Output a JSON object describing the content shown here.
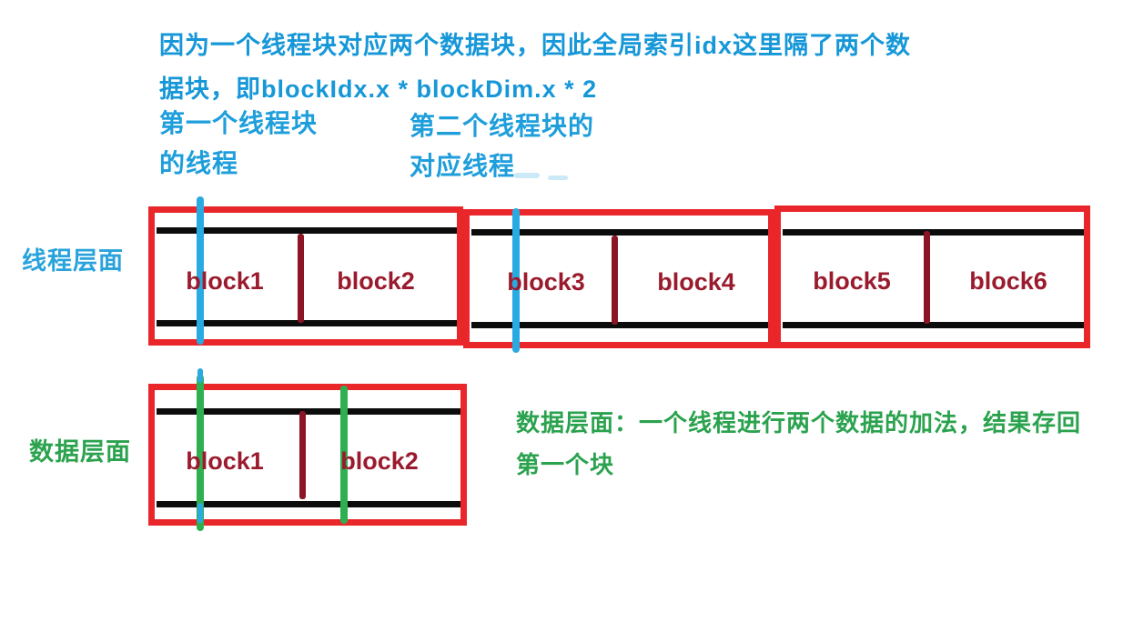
{
  "top_note": {
    "line1": "因为一个线程块对应两个数据块，因此全局索引idx这里隔了两个数",
    "line2": "据块，即blockIdx.x * blockDim.x * 2"
  },
  "thread_pointer_labels": {
    "first": {
      "line1": "第一个线程块",
      "line2": "的线程"
    },
    "second": {
      "line1": "第二个线程块的",
      "line2": "对应线程"
    }
  },
  "thread_layer": {
    "label": "线程层面",
    "groups": [
      {
        "blocks": [
          "block1",
          "block2"
        ]
      },
      {
        "blocks": [
          "block3",
          "block4"
        ]
      },
      {
        "blocks": [
          "block5",
          "block6"
        ]
      }
    ]
  },
  "data_layer": {
    "label": "数据层面",
    "groups": [
      {
        "blocks": [
          "block1",
          "block2"
        ]
      }
    ],
    "note": {
      "line1": "数据层面：一个线程进行两个数据的加法，结果存回",
      "line2": "第一个块"
    }
  },
  "colors": {
    "annotation_blue": "#1697d8",
    "marker_blue": "#29abe2",
    "rect_red": "#e9262a",
    "divider_maroon": "#8b1524",
    "block_text_maroon": "#9a1b2d",
    "green": "#2ba24e",
    "marker_green": "#2eb050",
    "line_black": "#0c0c0c"
  }
}
